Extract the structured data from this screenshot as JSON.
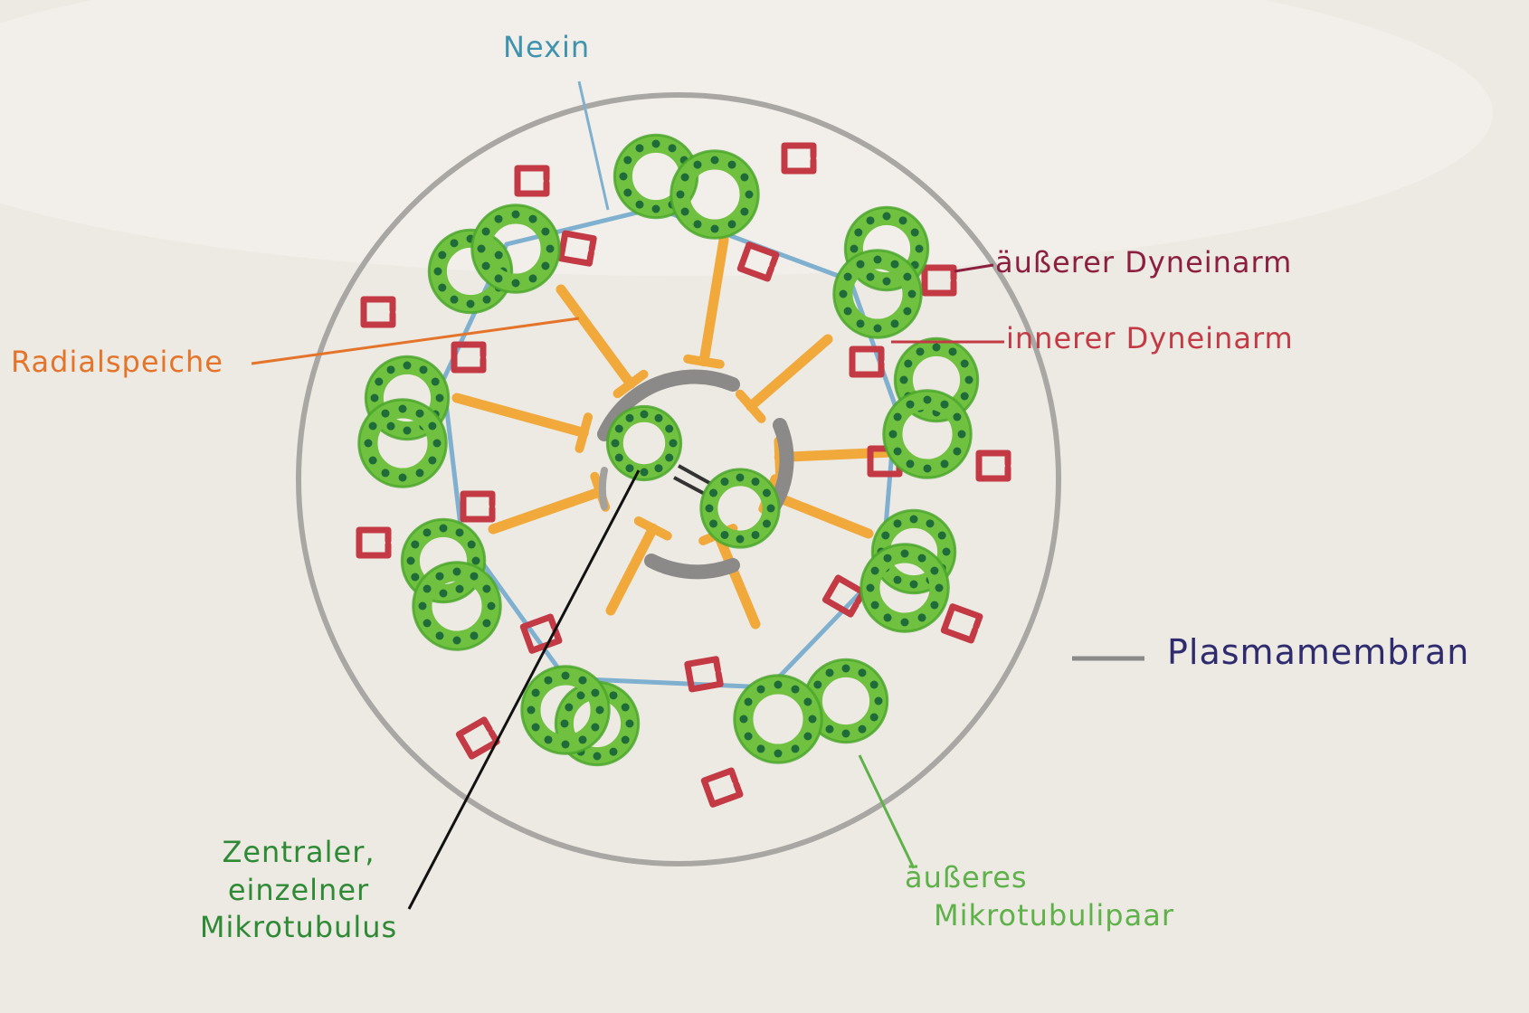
{
  "labels": {
    "nexin": "Nexin",
    "outer_dynein_arm": "äußerer Dyneinarm",
    "inner_dynein_arm": "innerer Dyneinarm",
    "radial_spoke": "Radialspeiche",
    "plasma_membrane": "Plasmamembran",
    "central_microtubule": [
      "Zentraler,",
      "einzelner",
      "Mikrotubulus"
    ],
    "outer_microtubule_pair": [
      "äußeres",
      "Mikrotubulipaar"
    ]
  },
  "colors": {
    "paper": "#ede9e3",
    "membrane": "#a9a7a4",
    "doublet_fill": "#6fc13f",
    "doublet_ring": "#48a52a",
    "doublet_dots": "#1f6b3a",
    "nexin": "#7fb0cf",
    "radial_spoke": "#f0a93a",
    "dynein": "#c33a44",
    "central_sheath": "#8c8a88",
    "label_nexin": "#3f93ae",
    "label_dynein_outer": "#8c1f3f",
    "label_dynein_inner": "#c33a44",
    "label_radial": "#e4742a",
    "label_membrane": "#2e2b6e",
    "label_central": "#2f8a35",
    "label_pair": "#5fb14a"
  }
}
